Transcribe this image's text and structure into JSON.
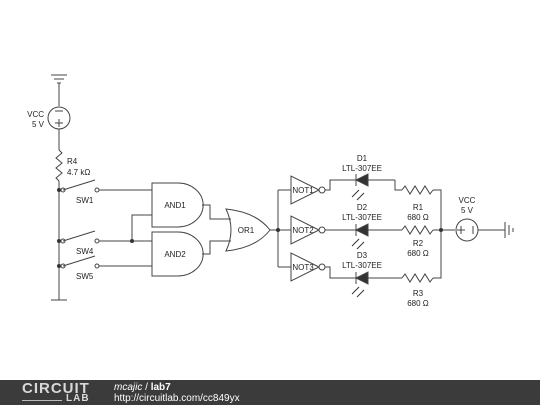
{
  "labels": {
    "vcc_left": "VCC",
    "vcc_left_val": "5 V",
    "r4": "R4",
    "r4_val": "4.7 kΩ",
    "sw1": "SW1",
    "sw4": "SW4",
    "sw5": "SW5",
    "and1": "AND1",
    "and2": "AND2",
    "or1": "OR1",
    "not1": "NOT1",
    "not2": "NOT2",
    "not3": "NOT3",
    "d1": "D1",
    "d1_part": "LTL-307EE",
    "d2": "D2",
    "d2_part": "LTL-307EE",
    "d3": "D3",
    "d3_part": "LTL-307EE",
    "r1": "R1",
    "r1_val": "680 Ω",
    "r2": "R2",
    "r2_val": "680 Ω",
    "r3": "R3",
    "r3_val": "680 Ω",
    "vcc_right": "VCC",
    "vcc_right_val": "5 V"
  },
  "footer": {
    "logo_top": "CIRCUIT",
    "logo_bottom": "LAB",
    "user": "mcajic",
    "separator": "/",
    "title": "lab7",
    "url": "http://circuitlab.com/cc849yx"
  }
}
